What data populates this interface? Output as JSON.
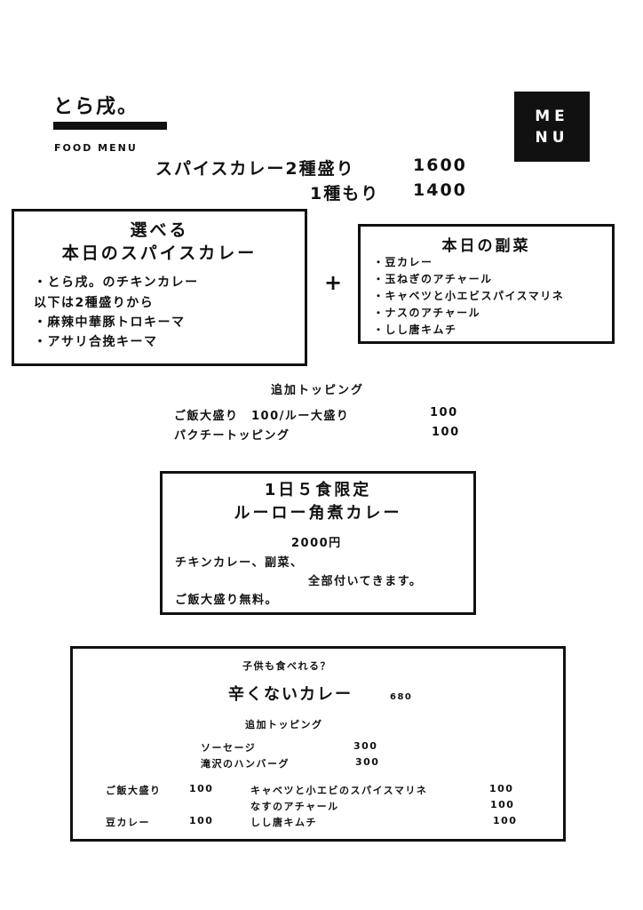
{
  "header": {
    "brand": "とら戌。",
    "subtitle": "FOOD MENU",
    "badge_line1": "ME",
    "badge_line2": "NU"
  },
  "pricing": {
    "line1_label": "スパイスカレー2種盛り",
    "line1_price": "1600",
    "line2_label": "1種もり",
    "line2_price": "1400"
  },
  "choose_box": {
    "title1": "選べる",
    "title2": "本日のスパイスカレー",
    "items": [
      "・とら戌。のチキンカレー",
      "以下は2種盛りから",
      "・麻辣中華豚トロキーマ",
      "・アサリ合挽キーマ"
    ]
  },
  "plus": "+",
  "side_box": {
    "title": "本日の副菜",
    "items": [
      "・豆カレー",
      "・玉ねぎのアチャール",
      "・キャベツと小エビスパイスマリネ",
      "・ナスのアチャール",
      "・しし唐キムチ"
    ]
  },
  "topping": {
    "title": "追加トッピング",
    "row1_label": "ご飯大盛り　100/ルー大盛り",
    "row1_price": "100",
    "row2_label": "パクチートッピング",
    "row2_price": "100"
  },
  "limited_box": {
    "title1": "1日５食限定",
    "title2": "ルーロー角煮カレー",
    "price": "2000円",
    "line1": "チキンカレー、副菜、",
    "line2": "全部付いてきます。",
    "line3": "ご飯大盛り無料。"
  },
  "kids_box": {
    "question": "子供も食べれる？",
    "title": "辛くないカレー",
    "price": "680",
    "topping_title": "追加トッピング",
    "sausage_label": "ソーセージ",
    "sausage_price": "300",
    "hamburg_label": "滝沢のハンバーグ",
    "hamburg_price": "300",
    "rice_label": "ご飯大盛り",
    "rice_price": "100",
    "bean_label": "豆カレー",
    "bean_price": "100",
    "cabbage_label": "キャベツと小エビのスパイスマリネ",
    "cabbage_price": "100",
    "eggplant_label": "なすのアチャール",
    "eggplant_price": "100",
    "shishito_label": "しし唐キムチ",
    "shishito_price": "100"
  }
}
